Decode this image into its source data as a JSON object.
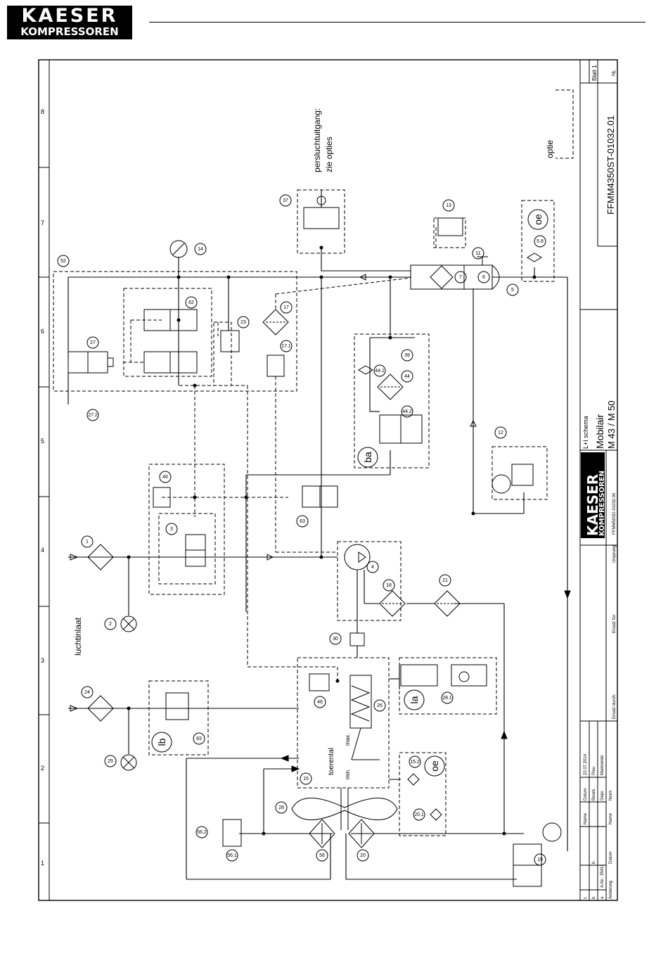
{
  "header": {
    "logo_line1": "KAESER",
    "logo_line2": "KOMPRESSOREN"
  },
  "grid_columns": [
    "1",
    "2",
    "3",
    "4",
    "5",
    "6",
    "7",
    "8"
  ],
  "labels": {
    "luchtinlaat": "luchtinlaat",
    "outlet_line1": "persluchtuitgang:",
    "outlet_line2": "zie opties",
    "optie": "optie",
    "toerental": "toerental",
    "min": "min.",
    "max": "max.",
    "la": "la",
    "lb": "lb",
    "oe1": "oe",
    "oe2": "oe",
    "ba": "ba"
  },
  "components": [
    "1",
    "2",
    "3",
    "4",
    "5",
    "6",
    "7",
    "11",
    "12",
    "13",
    "14",
    "15",
    "17",
    "17.1",
    "18",
    "19",
    "20",
    "20.1",
    "21",
    "23",
    "24",
    "25",
    "26",
    "27",
    "27.2",
    "28",
    "28.1",
    "30",
    "37",
    "39",
    "44",
    "44.1",
    "44.2",
    "46",
    "46",
    "5.8",
    "56",
    "56.1",
    "56.2",
    "62",
    "63",
    "83",
    "52",
    "15.2"
  ],
  "title_block": {
    "drawing_no": "FFMM4350ST-01032.01",
    "sheet": "Blatt 1",
    "sheet_suffix": "NL",
    "schema": "L+I schema",
    "product": "Mobilair",
    "model": "M 43 / M 50",
    "brand1": "KAESER",
    "brand2": "KOMPRESSOREN",
    "ursprung": "Ursprung:",
    "ursprung_no": "FFMM50SD-01032.00",
    "ersatz_fuer": "Ersatz für:",
    "ersatz_durch": "Ersatz durch:",
    "datum_label": "Datum",
    "datum_value": "22.07.2014",
    "bearb_label": "Bearb.",
    "bearb_value": "Plau",
    "gepr_label": "Gepr.",
    "gepr_value": "Markowski",
    "norm_label": "Norm",
    "name_label": "Name",
    "aenderung": "Änderung",
    "datum2": "Datum",
    "a_nr": "A-Nr.: 35411",
    "rev_a": "a",
    "rev_b": "b",
    "rev_c": "c"
  }
}
